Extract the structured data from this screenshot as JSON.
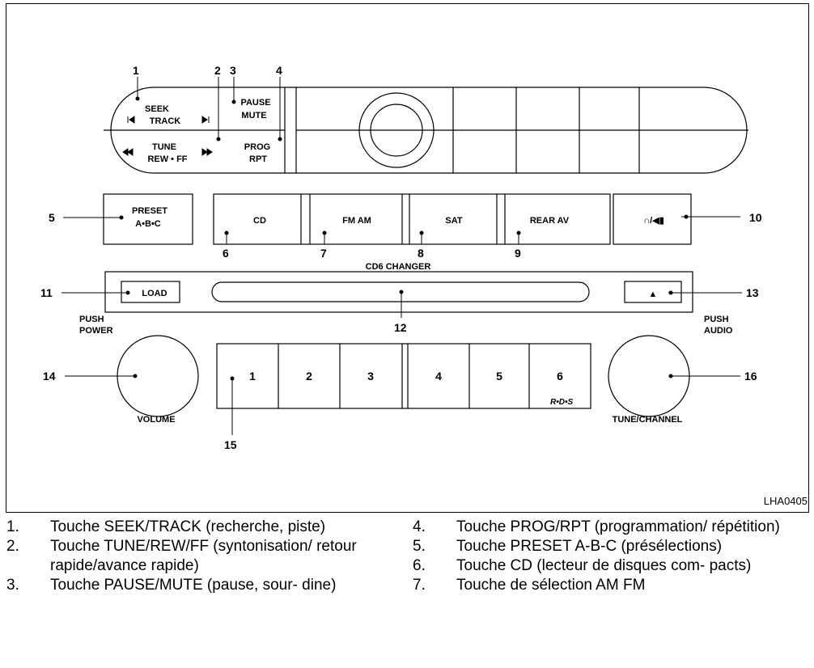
{
  "diagram": {
    "image_code": "LHA0405",
    "callouts": [
      "1",
      "2",
      "3",
      "4",
      "5",
      "6",
      "7",
      "8",
      "9",
      "10",
      "11",
      "12",
      "13",
      "14",
      "15",
      "16"
    ],
    "labels": {
      "seek": "SEEK",
      "track": "TRACK",
      "tune": "TUNE",
      "rew_ff": "REW • FF",
      "pause": "PAUSE",
      "mute": "MUTE",
      "prog": "PROG",
      "rpt": "RPT",
      "preset": "PRESET",
      "abc": "A•B•C",
      "cd": "CD",
      "fm_am": "FM AM",
      "sat": "SAT",
      "rear_av": "REAR AV",
      "headphone_speaker": "∩/◀▮",
      "cd6_changer": "CD6 CHANGER",
      "load": "LOAD",
      "eject": "▲",
      "push_power_1": "PUSH",
      "push_power_2": "POWER",
      "push_audio_1": "PUSH",
      "push_audio_2": "AUDIO",
      "volume": "VOLUME",
      "tune_channel": "TUNE/CHANNEL",
      "rds": "R•D•S",
      "presets": [
        "1",
        "2",
        "3",
        "4",
        "5",
        "6"
      ]
    }
  },
  "legend": {
    "left": [
      {
        "num": "1.",
        "text": "Touche SEEK/TRACK (recherche, piste)"
      },
      {
        "num": "2.",
        "text": "Touche TUNE/REW/FF (syntonisation/ retour rapide/avance rapide)"
      },
      {
        "num": "3.",
        "text": "Touche PAUSE/MUTE (pause, sour- dine)"
      }
    ],
    "right": [
      {
        "num": "4.",
        "text": "Touche PROG/RPT (programmation/ répétition)"
      },
      {
        "num": "5.",
        "text": "Touche PRESET A-B-C (présélections)"
      },
      {
        "num": "6.",
        "text": "Touche CD (lecteur de disques com- pacts)"
      },
      {
        "num": "7.",
        "text": "Touche de sélection AM FM"
      }
    ]
  }
}
